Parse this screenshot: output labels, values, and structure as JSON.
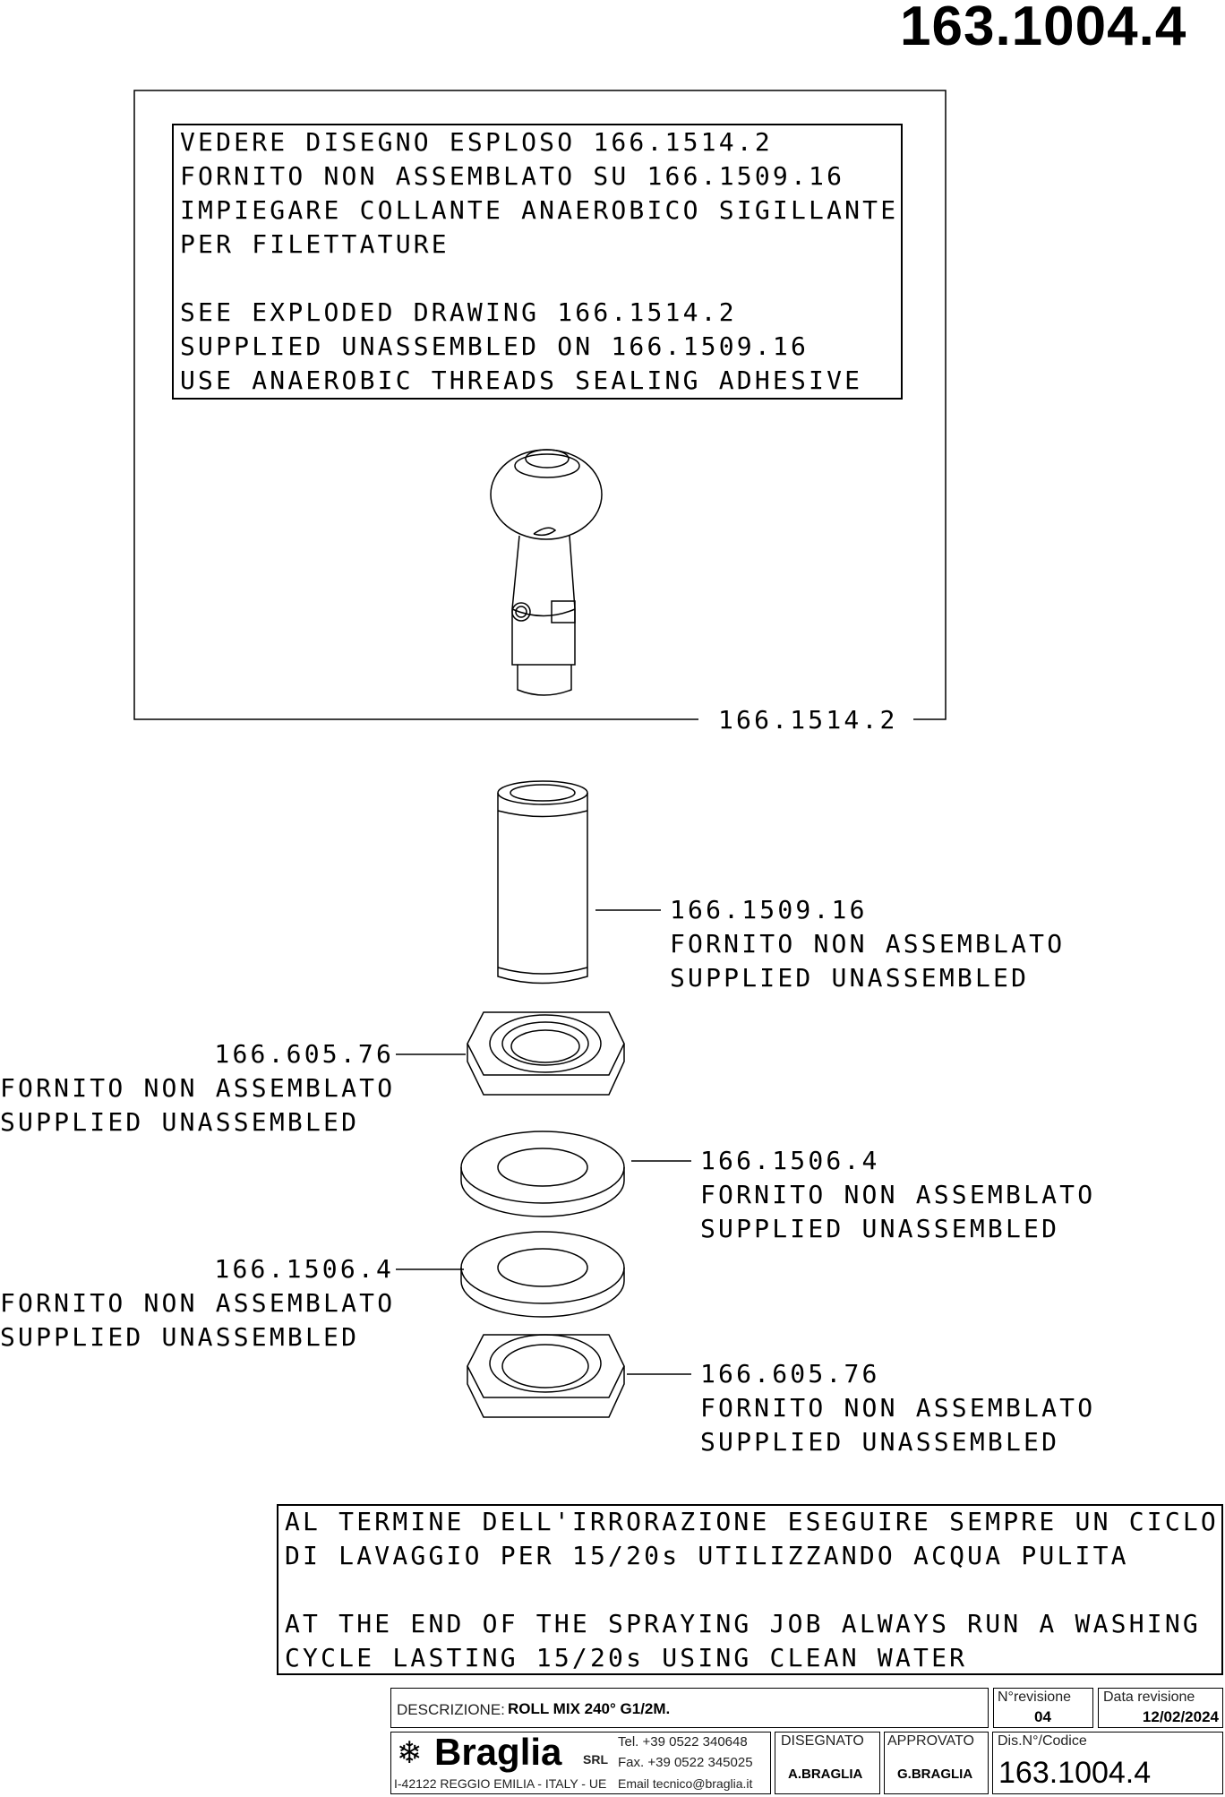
{
  "drawing_number": "163.1004.4",
  "top_note": {
    "lines": [
      "VEDERE DISEGNO ESPLOSO 166.1514.2",
      "FORNITO NON ASSEMBLATO SU 166.1509.16",
      "IMPIEGARE COLLANTE ANAEROBICO SIGILLANTE",
      "PER FILETTATURE",
      "",
      "SEE EXPLODED DRAWING 166.1514.2",
      "SUPPLIED UNASSEMBLED ON 166.1509.16",
      "USE ANAEROBIC THREADS SEALING ADHESIVE"
    ]
  },
  "assembly_label": "166.1514.2",
  "parts": [
    {
      "code": "166.1509.16",
      "it": "FORNITO NON ASSEMBLATO",
      "en": "SUPPLIED UNASSEMBLED"
    },
    {
      "code": "166.605.76",
      "it": "FORNITO NON ASSEMBLATO",
      "en": "SUPPLIED UNASSEMBLED"
    },
    {
      "code": "166.1506.4",
      "it": "FORNITO NON ASSEMBLATO",
      "en": "SUPPLIED UNASSEMBLED"
    },
    {
      "code": "166.1506.4",
      "it": "FORNITO NON ASSEMBLATO",
      "en": "SUPPLIED UNASSEMBLED"
    },
    {
      "code": "166.605.76",
      "it": "FORNITO NON ASSEMBLATO",
      "en": "SUPPLIED UNASSEMBLED"
    }
  ],
  "bottom_note": {
    "lines": [
      "AL TERMINE DELL'IRRORAZIONE ESEGUIRE SEMPRE UN CICLO",
      "DI LAVAGGIO PER 15/20s UTILIZZANDO ACQUA PULITA",
      "",
      "AT THE END OF THE SPRAYING JOB ALWAYS RUN A WASHING",
      "CYCLE LASTING 15/20s USING CLEAN WATER"
    ]
  },
  "title_block": {
    "description_label": "DESCRIZIONE:",
    "description_value": "ROLL MIX 240° G1/2M.",
    "revision_label": "N°revisione",
    "revision_value": "04",
    "date_label": "Data revisione",
    "date_value": "12/02/2024",
    "company": "Braglia",
    "company_suffix": "SRL",
    "tel": "Tel. +39 0522 340648",
    "fax": "Fax. +39 0522 345025",
    "address": "I-42122 REGGIO EMILIA - ITALY - UE",
    "email": "Email tecnico@braglia.it",
    "drawn_label": "DISEGNATO",
    "drawn_value": "A.BRAGLIA",
    "approved_label": "APPROVATO",
    "approved_value": "G.BRAGLIA",
    "code_label": "Dis.N°/Codice",
    "code_value": "163.1004.4"
  }
}
